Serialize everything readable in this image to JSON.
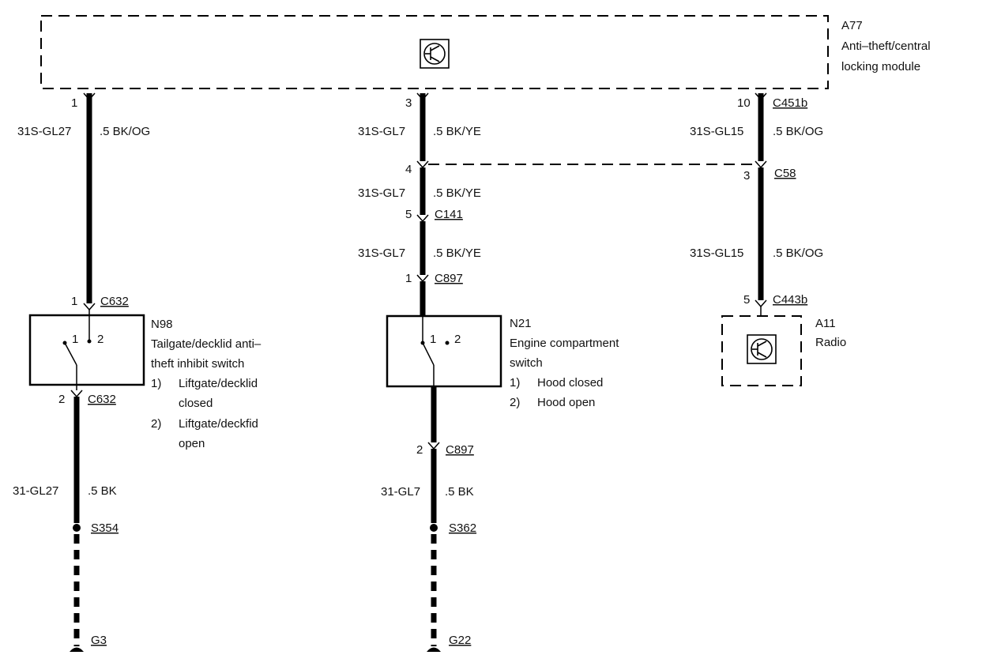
{
  "modules": {
    "a77": {
      "id": "A77",
      "line1": "Anti–theft/central",
      "line2": "locking module",
      "icon": "transistor-icon"
    },
    "a11": {
      "id": "A11",
      "name": "Radio",
      "icon": "transistor-icon"
    }
  },
  "left": {
    "pin_top": "1",
    "circuit_top": "31S-GL27",
    "wire_top": ".5 BK/OG",
    "pin_conn": "1",
    "conn_top": "C632",
    "switch_id": "N98",
    "switch_desc1": "Tailgate/decklid anti–",
    "switch_desc2": "theft inhibit switch",
    "state1_num": "1)",
    "state1_line1": "Liftgate/decklid",
    "state1_line2": "closed",
    "state2_num": "2)",
    "state2_line1": "Liftgate/deckfid",
    "state2_line2": "open",
    "contact1": "1",
    "contact2": "2",
    "pin_bottom": "2",
    "conn_bottom": "C632",
    "circuit_bottom": "31-GL27",
    "wire_bottom": ".5 BK",
    "splice": "S354",
    "ground": "G3"
  },
  "center": {
    "pin_top": "3",
    "circuit_top": "31S-GL7",
    "wire_top": ".5 BK/YE",
    "pin_4": "4",
    "circuit_mid": "31S-GL7",
    "wire_mid": ".5 BK/YE",
    "pin_5": "5",
    "conn_c141": "C141",
    "circuit_low": "31S-GL7",
    "wire_low": ".5 BK/YE",
    "pin_1": "1",
    "conn_c897": "C897",
    "switch_id": "N21",
    "switch_desc1": "Engine compartment",
    "switch_desc2": "switch",
    "state1_num": "1)",
    "state1": "Hood closed",
    "state2_num": "2)",
    "state2": "Hood open",
    "contact1": "1",
    "contact2": "2",
    "pin_bottom": "2",
    "conn_bottom": "C897",
    "circuit_bottom": "31-GL7",
    "wire_bottom": ".5 BK",
    "splice": "S362",
    "ground": "G22"
  },
  "right": {
    "pin_top": "10",
    "conn_top": "C451b",
    "circuit_top": "31S-GL15",
    "wire_top": ".5 BK/OG",
    "pin_3": "3",
    "conn_c58": "C58",
    "circuit_low": "31S-GL15",
    "wire_low": ".5 BK/OG",
    "pin_5": "5",
    "conn_c443b": "C443b"
  }
}
